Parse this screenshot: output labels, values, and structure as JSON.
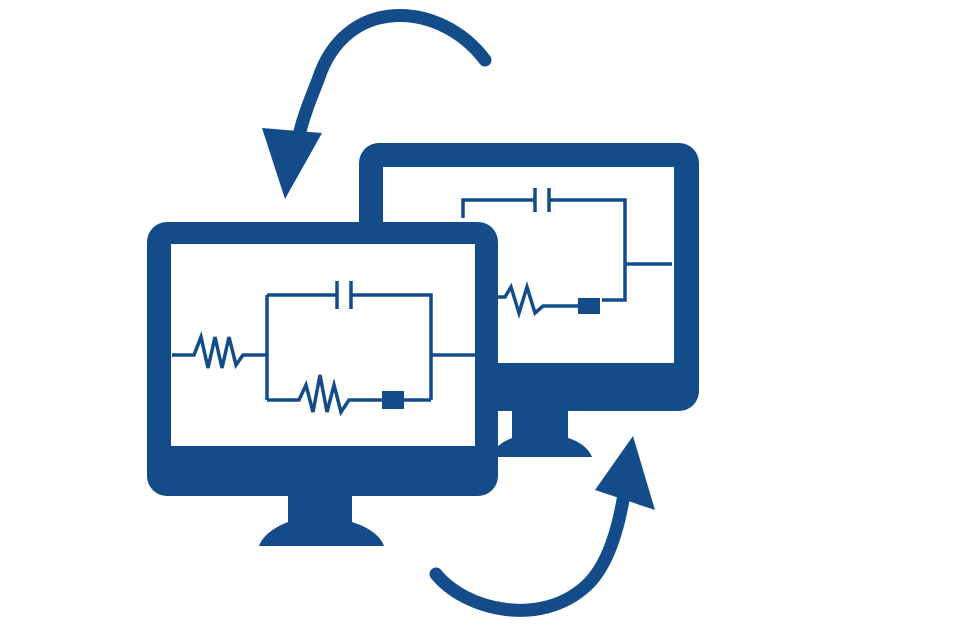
{
  "illustration": {
    "icon": "two-monitors-sync-circuit-icon",
    "colors": {
      "primary": "#144c8a",
      "background": "#ffffff"
    },
    "monitors": [
      {
        "id": "back-monitor",
        "icon": "monitor-icon",
        "circuit": "rc-circuit-icon"
      },
      {
        "id": "front-monitor",
        "icon": "monitor-icon",
        "circuit": "rc-circuit-icon"
      }
    ],
    "arrows": [
      {
        "id": "top-arrow",
        "icon": "curved-arrow-icon",
        "direction": "counterclockwise"
      },
      {
        "id": "bottom-arrow",
        "icon": "curved-arrow-icon",
        "direction": "counterclockwise"
      }
    ]
  }
}
